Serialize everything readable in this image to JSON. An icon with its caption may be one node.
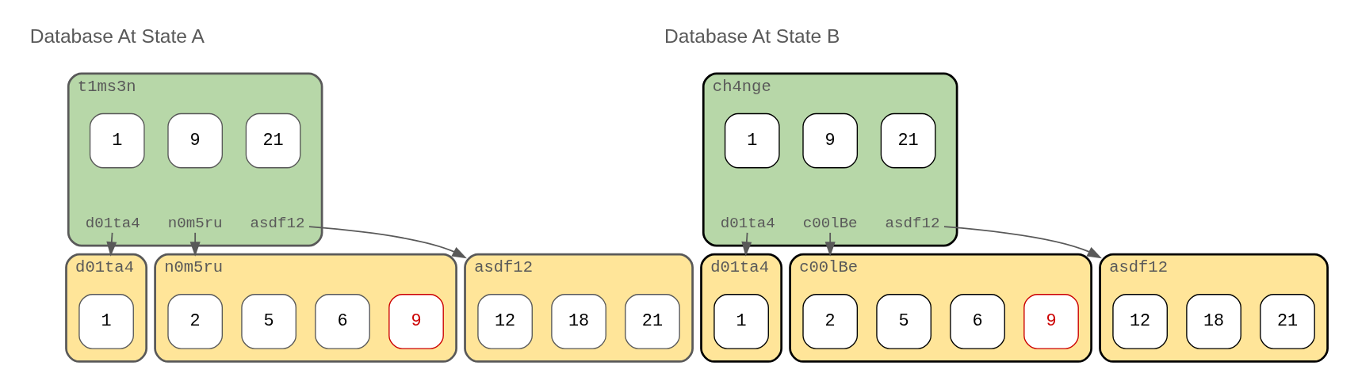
{
  "diagram": {
    "nodes": [
      {
        "text": [
          "t1ms3n"
        ]
      },
      {
        "text": [
          "1"
        ],
        "in": 0
      },
      {
        "text": [
          "9"
        ],
        "in": 0
      },
      {
        "text": [
          "21"
        ],
        "in": 0
      },
      {
        "text": [
          "d01ta4"
        ],
        "in": 0
      },
      {
        "text": [
          "n0m5ru"
        ],
        "in": 0
      },
      {
        "text": [
          "asdf12"
        ],
        "in": 0
      },
      {
        "text": [
          "d01ta4"
        ]
      },
      {
        "text": [
          "1"
        ],
        "in": 7
      },
      {
        "text": [
          "n0m5ru"
        ]
      },
      {
        "text": [
          "2"
        ],
        "in": 9
      },
      {
        "text": [
          "5"
        ],
        "in": 9
      },
      {
        "text": [
          "6"
        ],
        "in": 9
      },
      {
        "text": [
          "9"
        ],
        "in": 9
      },
      {
        "text": [
          "asdf12"
        ]
      },
      {
        "text": [
          "12"
        ],
        "in": 14
      },
      {
        "text": [
          "18"
        ],
        "in": 14
      },
      {
        "text": [
          "21"
        ],
        "in": 14
      },
      {
        "text": [
          "ch4nge"
        ]
      },
      {
        "text": [
          "1"
        ],
        "in": 18
      },
      {
        "text": [
          "9"
        ],
        "in": 18
      },
      {
        "text": [
          "21"
        ],
        "in": 18
      },
      {
        "text": [
          "d01ta4"
        ],
        "in": 18
      },
      {
        "text": [
          "c00lBe"
        ],
        "in": 18
      },
      {
        "text": [
          "asdf12"
        ],
        "in": 18
      },
      {
        "text": [
          "d01ta4"
        ]
      },
      {
        "text": [
          "1"
        ],
        "in": 25
      },
      {
        "text": [
          "c00lBe"
        ]
      },
      {
        "text": [
          "2"
        ],
        "in": 27
      },
      {
        "text": [
          "5"
        ],
        "in": 27
      },
      {
        "text": [
          "6"
        ],
        "in": 27
      },
      {
        "text": [
          "9"
        ],
        "in": 27
      },
      {
        "text": [
          "asdf12"
        ]
      },
      {
        "text": [
          "12"
        ],
        "in": 32
      },
      {
        "text": [
          "18"
        ],
        "in": 32
      },
      {
        "text": [
          "21"
        ],
        "in": 32
      }
    ],
    "edges": [
      {
        "from": 4,
        "to": 7,
        "arrow": "to"
      },
      {
        "from": 5,
        "to": 9,
        "arrow": "to"
      },
      {
        "from": 6,
        "to": 14,
        "arrow": "to"
      },
      {
        "from": 22,
        "to": 25,
        "arrow": "to"
      },
      {
        "from": 23,
        "to": 27,
        "arrow": "to"
      },
      {
        "from": 24,
        "to": 32,
        "arrow": "to"
      }
    ],
    "labels": [
      "Database At State A",
      "Database At State B"
    ]
  }
}
